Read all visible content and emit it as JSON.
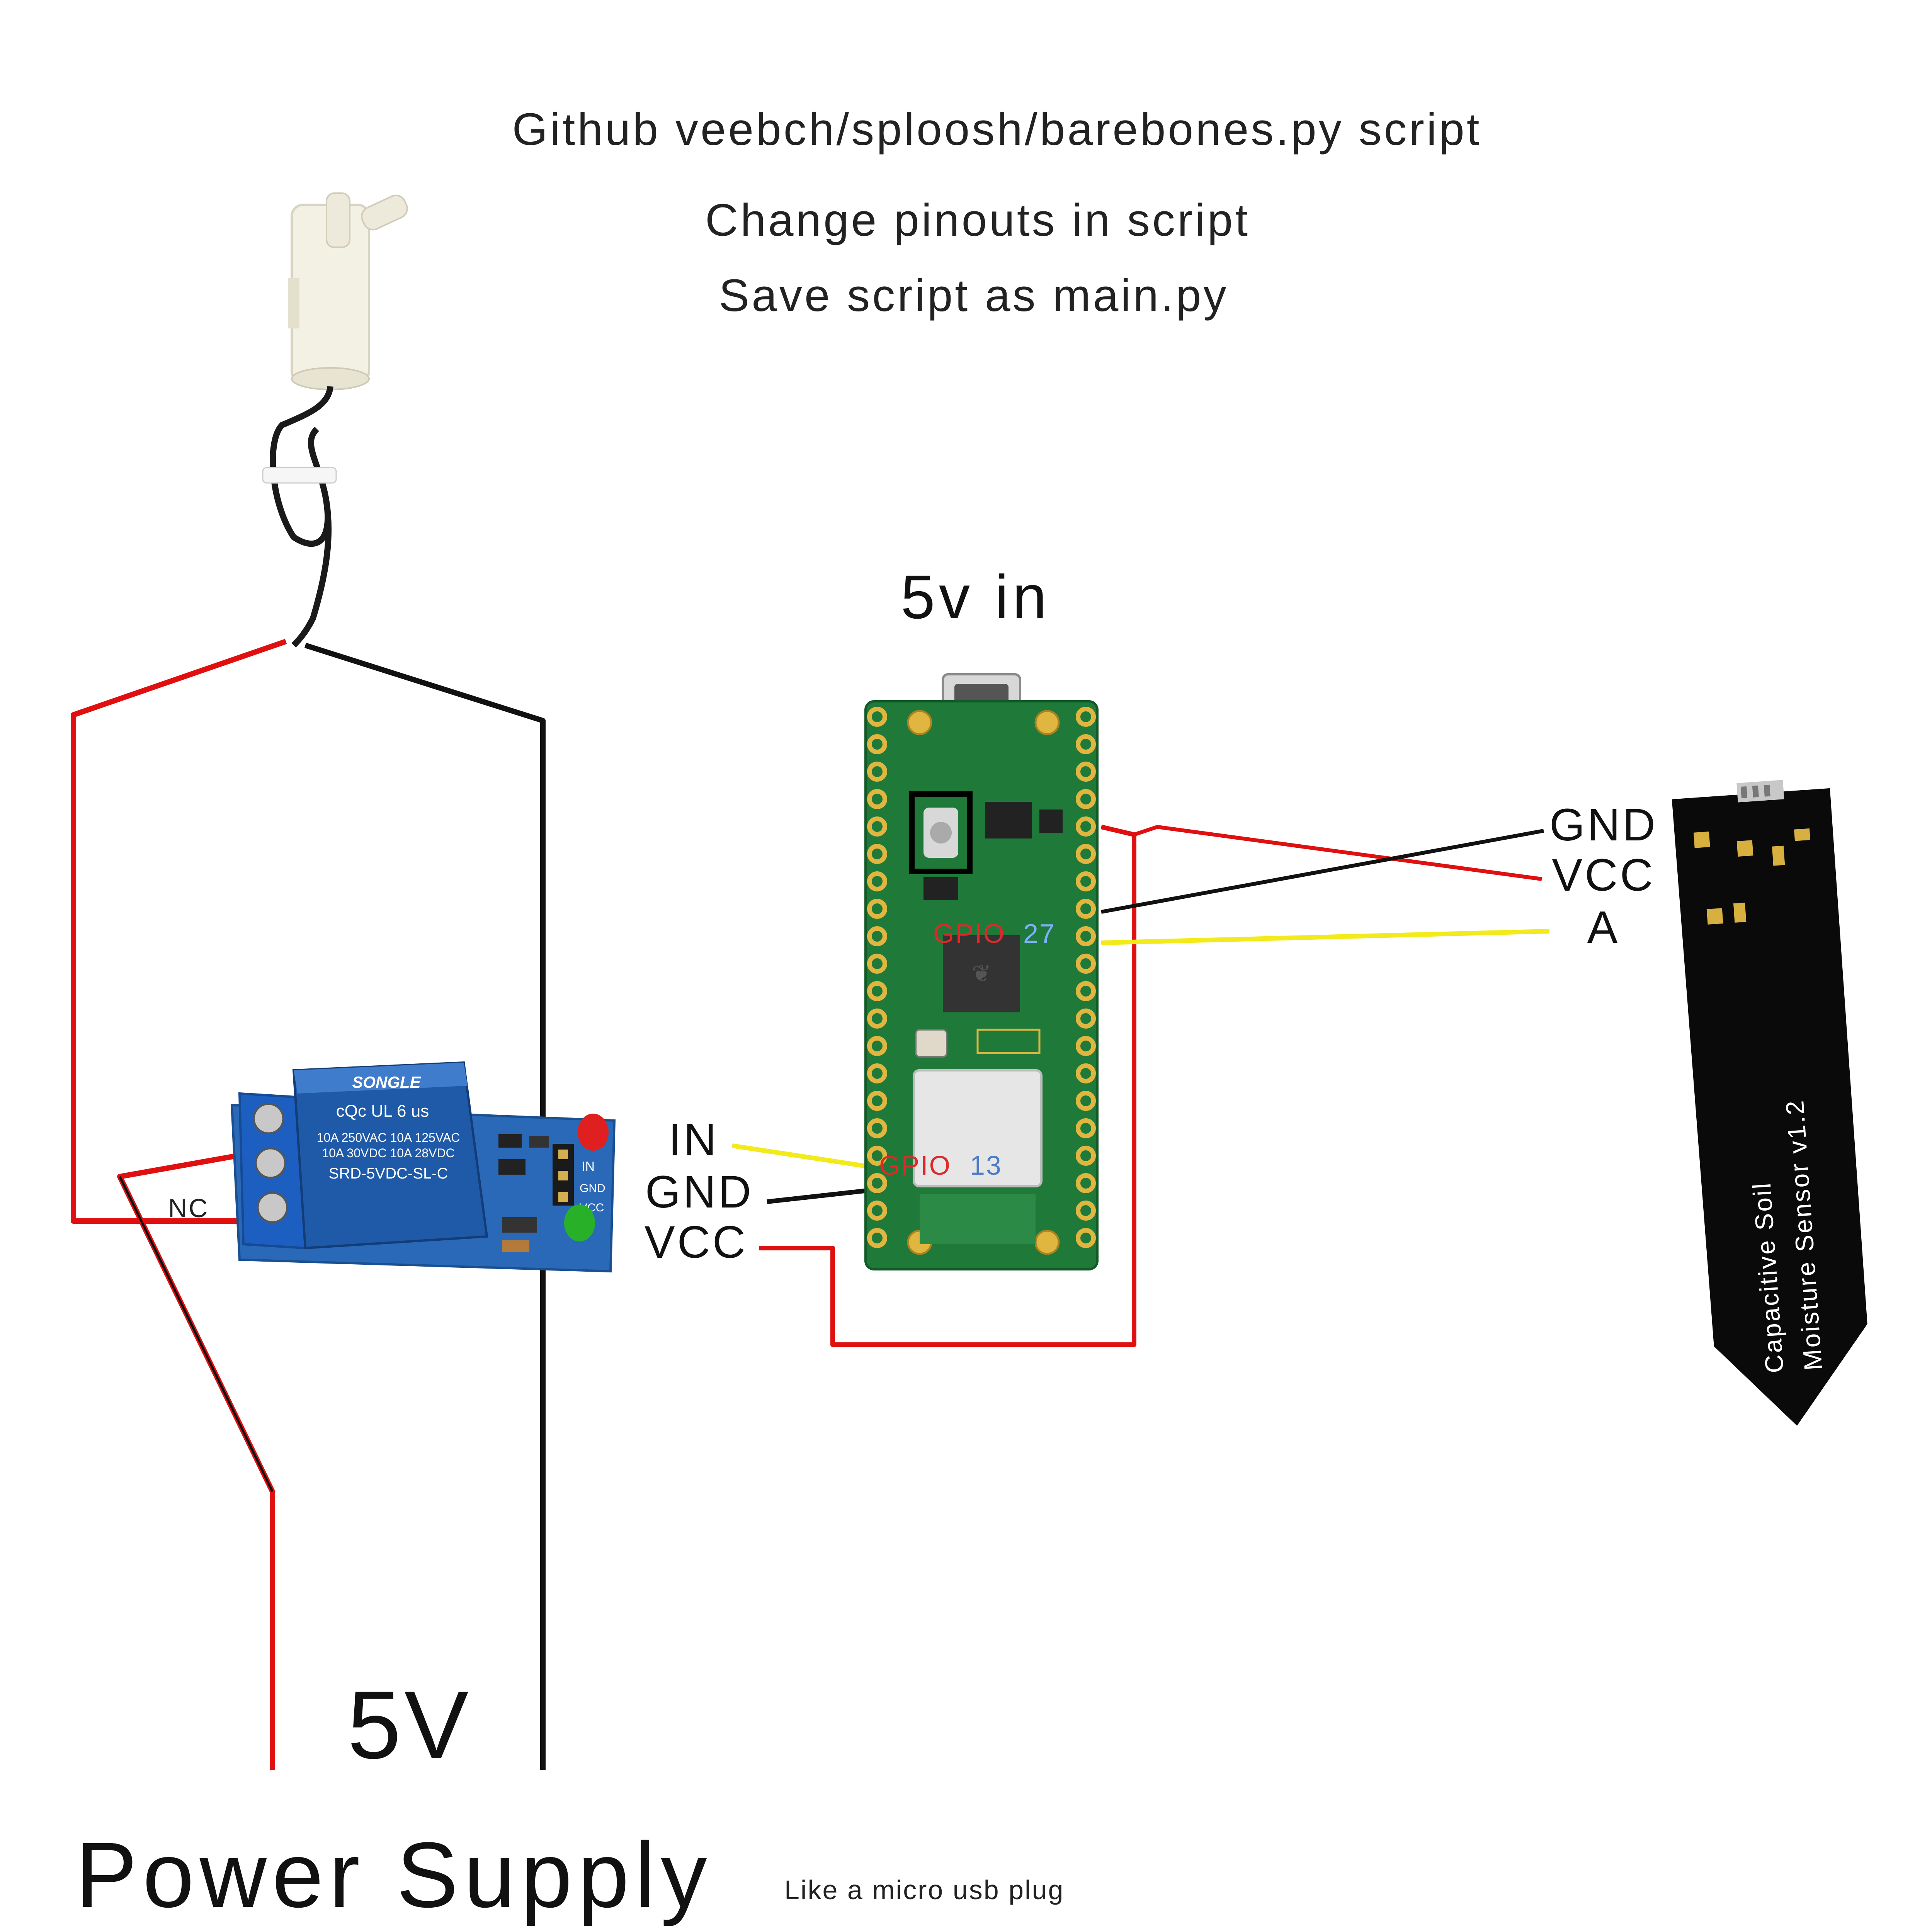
{
  "header": {
    "line1": "Github veebch/sploosh/barebones.py script",
    "line2": "Change pinouts in script",
    "line3": "Save script as main.py"
  },
  "pico": {
    "power_label": "5v in",
    "gpio27_prefix": "GPIO",
    "gpio27_num": "27",
    "gpio13_prefix": "GPIO",
    "gpio13_num": "13"
  },
  "relay": {
    "brand": "SONGLE",
    "rating1": "10A 250VAC  10A 125VAC",
    "rating2": "10A 30VDC   10A 28VDC",
    "model": "SRD-5VDC-SL-C",
    "cert": "cQc  UL  6 us",
    "pin_in": "IN",
    "pin_gnd": "GND",
    "pin_vcc": "VCC",
    "nc_label": "NC",
    "label_in": "IN",
    "label_gnd": "GND",
    "label_vcc": "VCC"
  },
  "sensor": {
    "label_gnd": "GND",
    "label_vcc": "VCC",
    "label_a": "A",
    "print_line1": "Capacitive   Soil",
    "print_line2": "Moisture  Sensor   v1.2"
  },
  "power": {
    "voltage": "5V",
    "title": "Power Supply",
    "note": "Like a micro usb plug"
  },
  "colors": {
    "wire_red": "#e01010",
    "wire_black": "#111111",
    "wire_yellow": "#f2ea1a",
    "pcb_green": "#1f7a3a",
    "pcb_pad": "#e0b640",
    "relay_blue": "#1f5aa8",
    "sensor_black": "#0a0a0a"
  }
}
